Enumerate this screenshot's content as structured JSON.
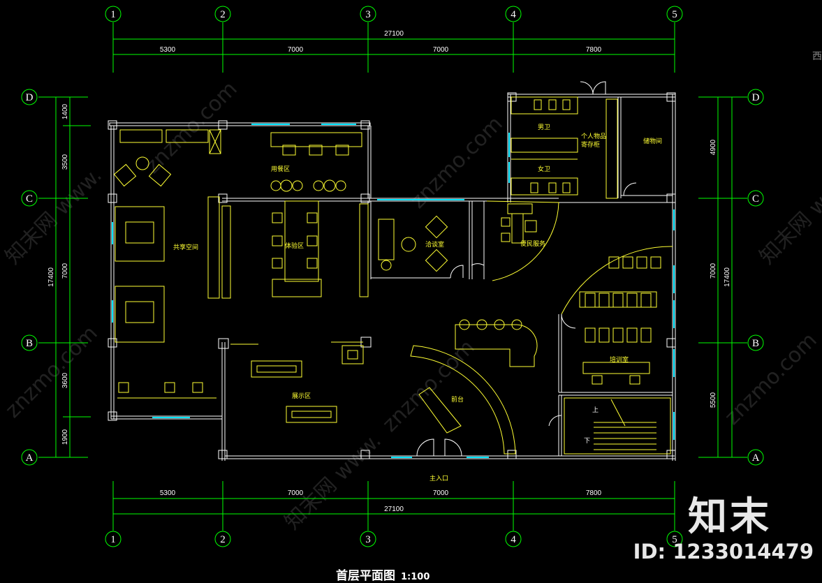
{
  "title": "首层平面图",
  "scale": "1:100",
  "axes_x": [
    "1",
    "2",
    "3",
    "4",
    "5"
  ],
  "axes_y": [
    "D",
    "C",
    "B",
    "A"
  ],
  "dims_horizontal": {
    "total": "27100",
    "spans": [
      "5300",
      "7000",
      "7000",
      "7800"
    ]
  },
  "dims_left": {
    "total": "17400",
    "spans": [
      "1400",
      "3500",
      "7000",
      "3600",
      "1900"
    ]
  },
  "dims_right": {
    "total": "17400",
    "spans": [
      "4900",
      "7000",
      "5500"
    ]
  },
  "rooms": {
    "dining": "用餐区",
    "share": "共享空间",
    "experience": "体验区",
    "negotiation": "洽谈室",
    "service": "便民服务",
    "male_wc": "男卫",
    "female_wc": "女卫",
    "locker_a": "个人物品",
    "locker_b": "寄存柜",
    "storage": "储物间",
    "training": "培训室",
    "display": "展示区",
    "reception": "前台",
    "entrance": "主入口",
    "up": "上",
    "down": "下"
  },
  "watermark": {
    "brand": "知末",
    "id": "ID: 1233014479",
    "corner": "西",
    "site": "znzmo.com",
    "site_cn": "知末网 www."
  },
  "colors": {
    "wall": "#ffffff",
    "dim": "#00ff00",
    "yellow": "#ffff33",
    "cyan": "#00e5ff",
    "bg": "#000000"
  }
}
